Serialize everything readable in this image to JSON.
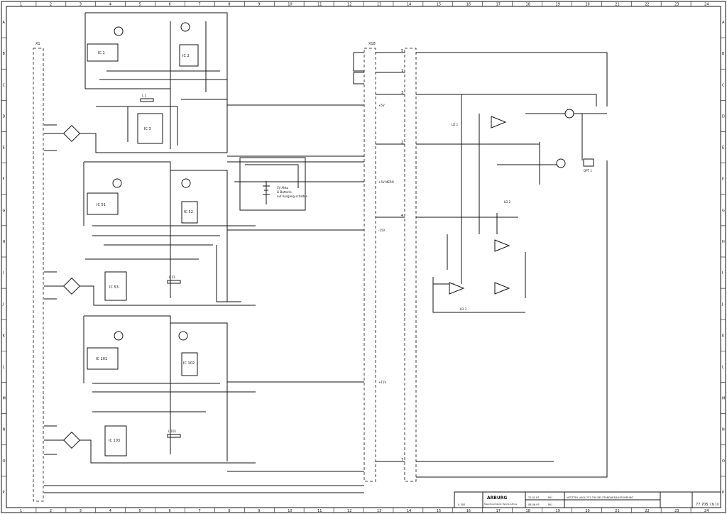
{
  "grid": {
    "columns": [
      "1",
      "2",
      "3",
      "4",
      "5",
      "6",
      "7",
      "8",
      "9",
      "10",
      "11",
      "12",
      "13",
      "14",
      "15",
      "16",
      "17",
      "18",
      "19",
      "20",
      "21",
      "22",
      "23",
      "24"
    ],
    "rows": [
      "A",
      "B",
      "C",
      "D",
      "E",
      "F",
      "G",
      "H",
      "I",
      "J",
      "K",
      "L",
      "M",
      "N",
      "O",
      "P"
    ]
  },
  "connectors": {
    "left": "X1",
    "right": "X18"
  },
  "ics": [
    "IC 1",
    "IC 2",
    "IC 3",
    "IC 51",
    "IC 52",
    "IC 53",
    "IC 101",
    "IC 102",
    "IC 103"
  ],
  "inductors": [
    "L 1",
    "L 51",
    "L 101"
  ],
  "rails": [
    "+5V",
    "+5V MERO",
    "-15V",
    "+15V"
  ],
  "pins": [
    "5",
    "1",
    "3",
    "2",
    "4",
    "7"
  ],
  "right_circuit": {
    "labels": [
      "LD 1",
      "LD 2",
      "LD 3",
      "OPT 1"
    ]
  },
  "battery_note": {
    "lines": [
      "3V Akku",
      "Li-Batterie",
      "auf Ausgang schalten"
    ]
  },
  "title_block": {
    "title": "NETZTEIL 4404 232 330 BEI STANDARDAUSFÜHRUNG",
    "drawing_no": "77.705",
    "sheet": "CN 10",
    "company": "ARBURG",
    "company_sub": "Maschinenfabrik Hehl & Söhne",
    "date1": "22.01.87",
    "date2": "08.06.93",
    "name1": "MÜ",
    "name2": "MÜ",
    "change_no": "Ä 300"
  }
}
